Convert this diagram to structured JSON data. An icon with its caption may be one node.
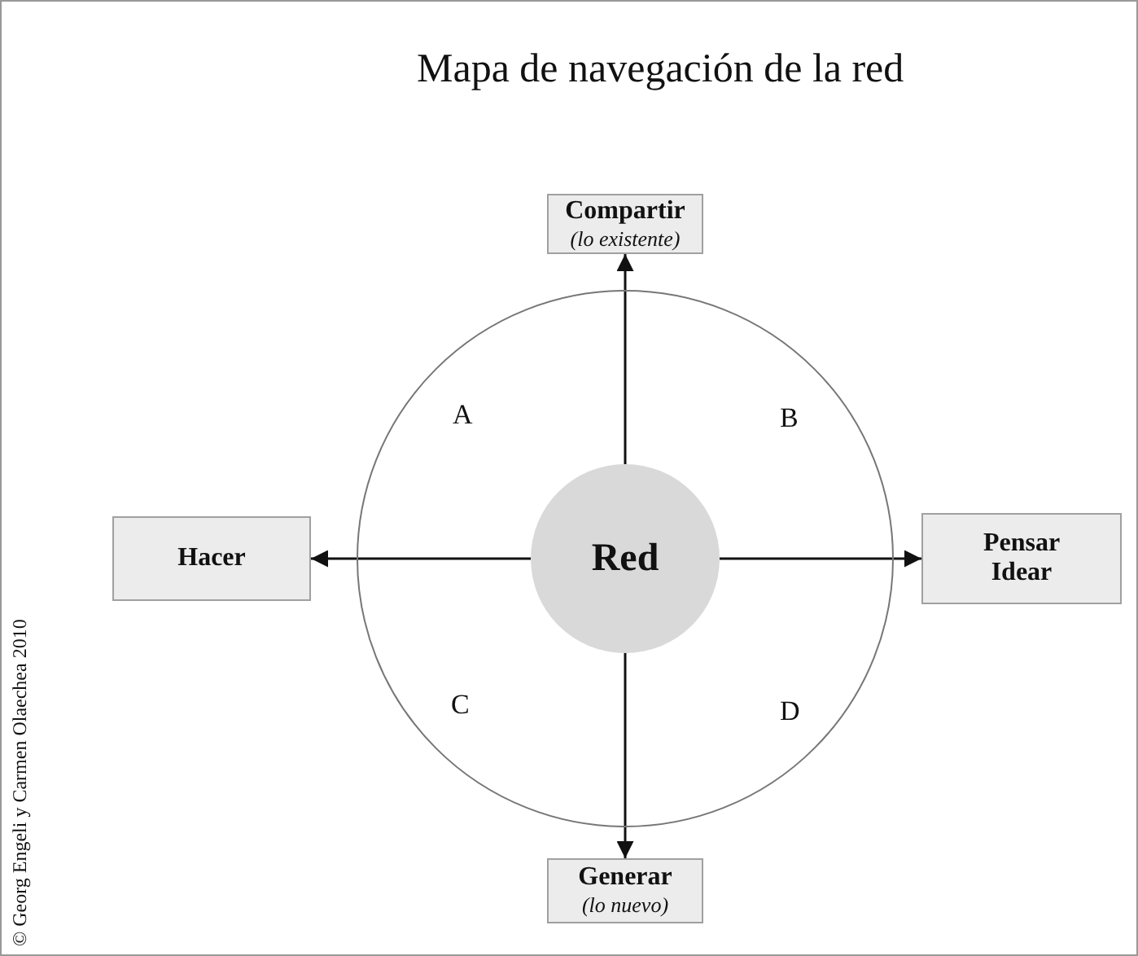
{
  "diagram": {
    "title": "Mapa de navegación de la red",
    "nodes": [
      {
        "text": [
          "Compartir",
          "(lo existente)"
        ]
      },
      {
        "text": [
          "Hacer"
        ]
      },
      {
        "text": [],
        "shape": "circle"
      },
      {
        "text": [
          "Red"
        ],
        "in": 2
      },
      {
        "text": [
          "Pensar Idear"
        ]
      },
      {
        "text": [
          "Generar",
          "(lo nuevo)"
        ]
      }
    ],
    "edges": [
      {
        "from": 3,
        "to": 0,
        "arrow": "to"
      },
      {
        "from": 3,
        "to": 1,
        "arrow": "to"
      },
      {
        "from": 3,
        "to": 4,
        "arrow": "to"
      },
      {
        "from": 3,
        "to": 5,
        "arrow": "to"
      }
    ],
    "labels": [
      "A",
      "B",
      "C",
      "D",
      "© Georg Engeli y Carmen Olaechea 2010"
    ]
  }
}
